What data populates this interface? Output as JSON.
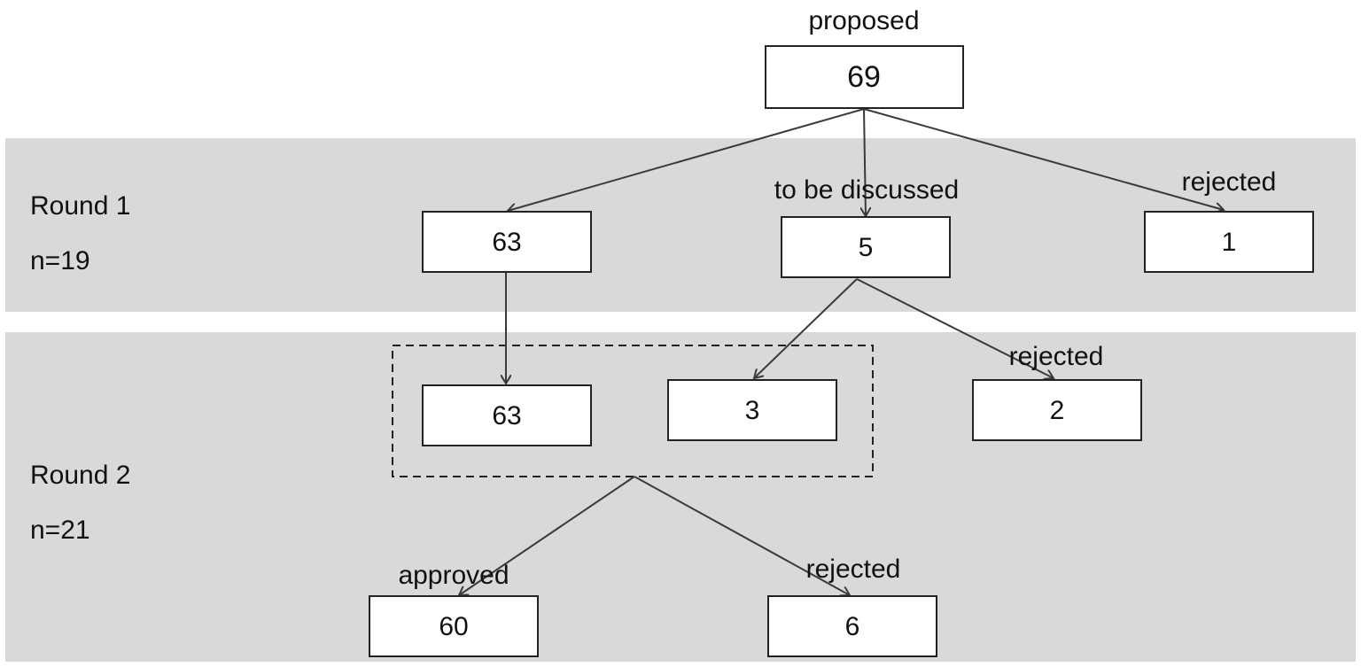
{
  "rounds": {
    "round1": {
      "label": "Round 1",
      "n": "n=19"
    },
    "round2": {
      "label": "Round 2",
      "n": "n=21"
    }
  },
  "nodes": {
    "proposed": {
      "caption": "proposed",
      "value": "69"
    },
    "r1_accepted": {
      "value": "63"
    },
    "r1_discuss": {
      "caption": "to be discussed",
      "value": "5"
    },
    "r1_rejected": {
      "caption": "rejected",
      "value": "1"
    },
    "r2_kept": {
      "value": "63"
    },
    "r2_from_discuss": {
      "value": "3"
    },
    "r2_rejected": {
      "caption": "rejected",
      "value": "2"
    },
    "approved": {
      "caption": "approved",
      "value": "60"
    },
    "final_rejected": {
      "caption": "rejected",
      "value": "6"
    }
  },
  "colors": {
    "band": "#d9d9d9",
    "box_fill": "#ffffff",
    "stroke": "#222222",
    "arrow": "#3a3a3a"
  }
}
